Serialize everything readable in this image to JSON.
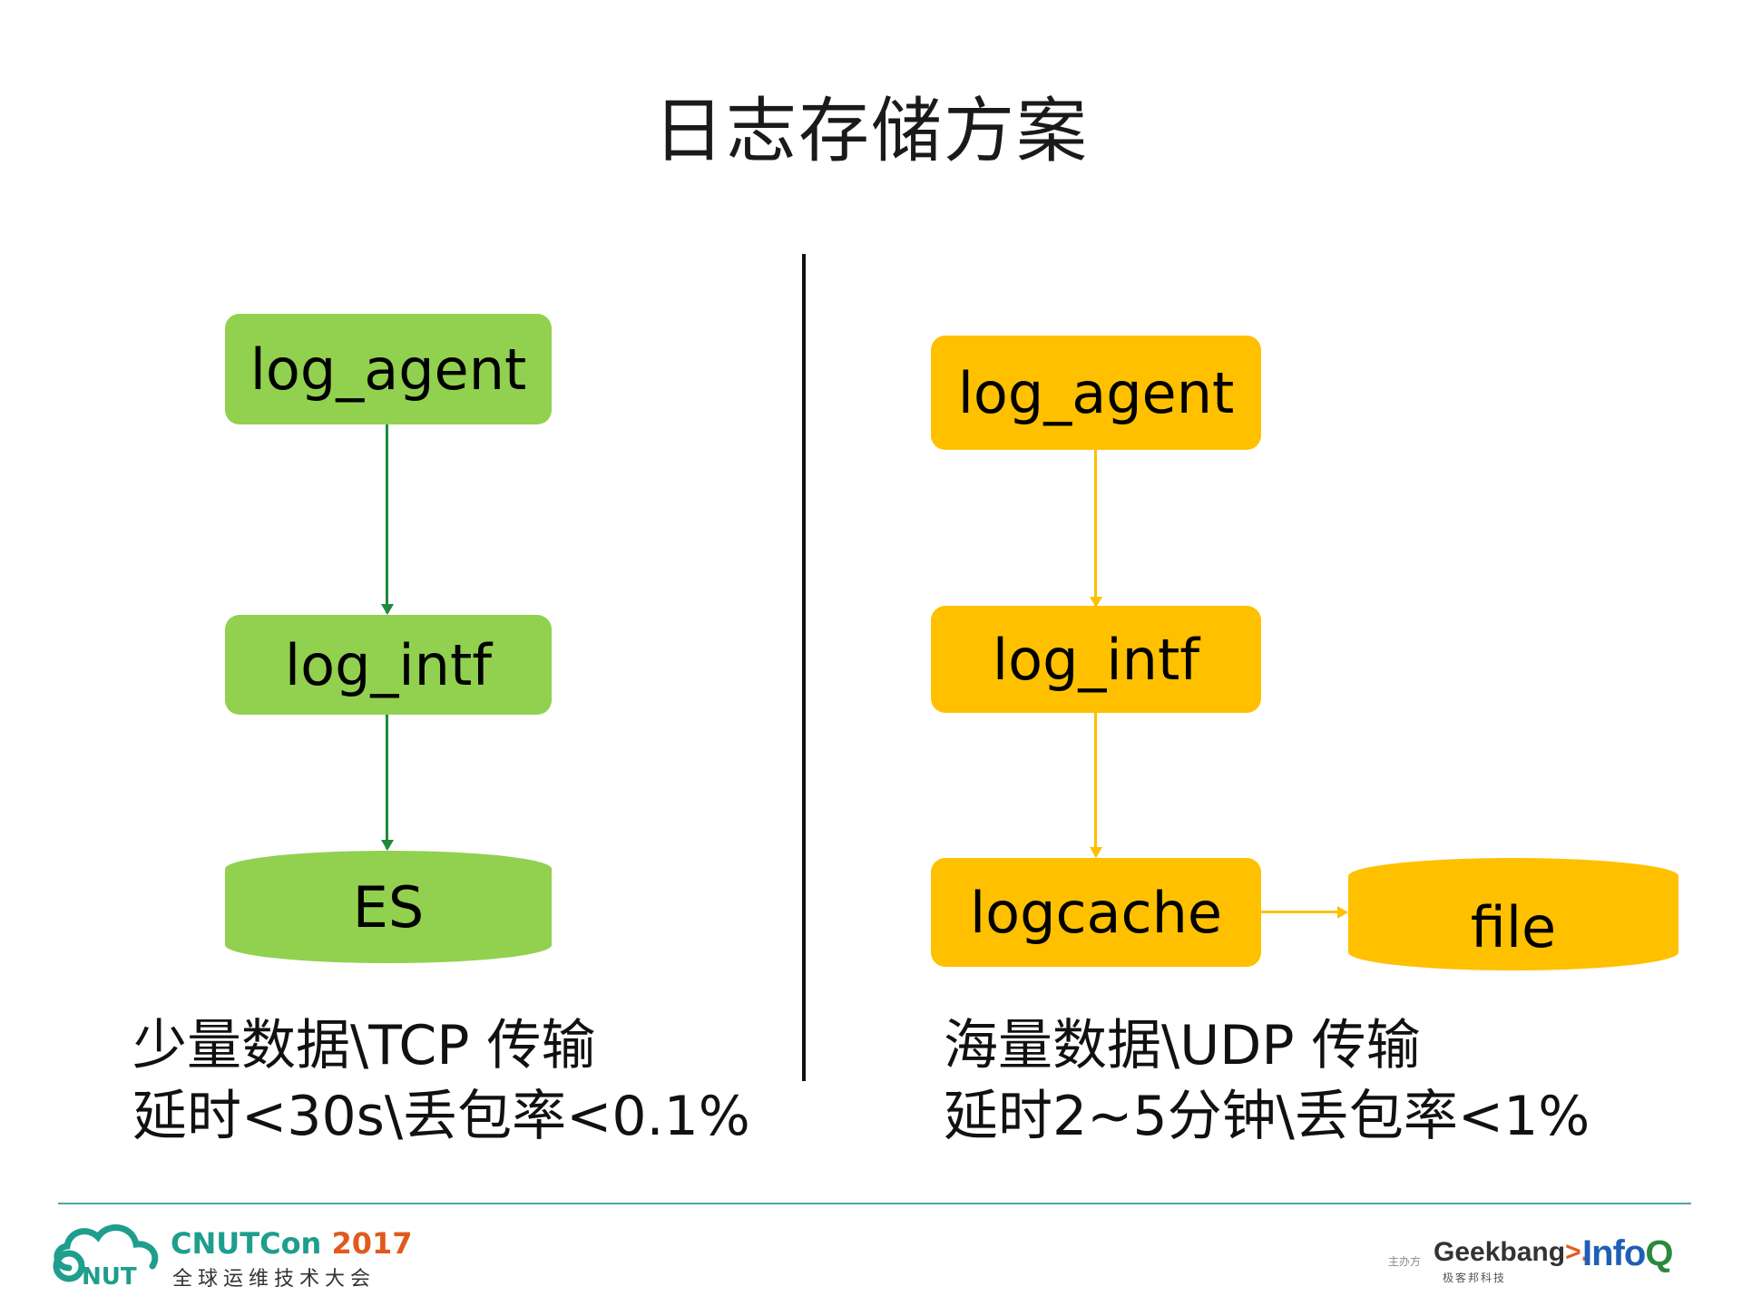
{
  "title": "日志存储方案",
  "left": {
    "nodes": [
      "log_agent",
      "log_intf",
      "ES"
    ],
    "caption_line1": "少量数据\\TCP 传输",
    "caption_line2": "延时<30s\\丢包率<0.1%",
    "color": "#92d050",
    "edge_color": "#1e8a3a"
  },
  "right": {
    "nodes": [
      "log_agent",
      "log_intf",
      "logcache",
      "file"
    ],
    "caption_line1": "海量数据\\UDP 传输",
    "caption_line2": "延时2~5分钟\\丢包率<1%",
    "color": "#ffc000"
  },
  "footer": {
    "brand": "CNUTCon",
    "year": "2017",
    "subtitle": "全球运维技术大会",
    "logo_text": "NUT",
    "organizer_label": "主办方",
    "sponsor1": "Geekbang",
    "sponsor1_mark": ">.",
    "sponsor1_sub": "极客邦科技",
    "sponsor2": "Info",
    "sponsor2_q": "Q"
  }
}
